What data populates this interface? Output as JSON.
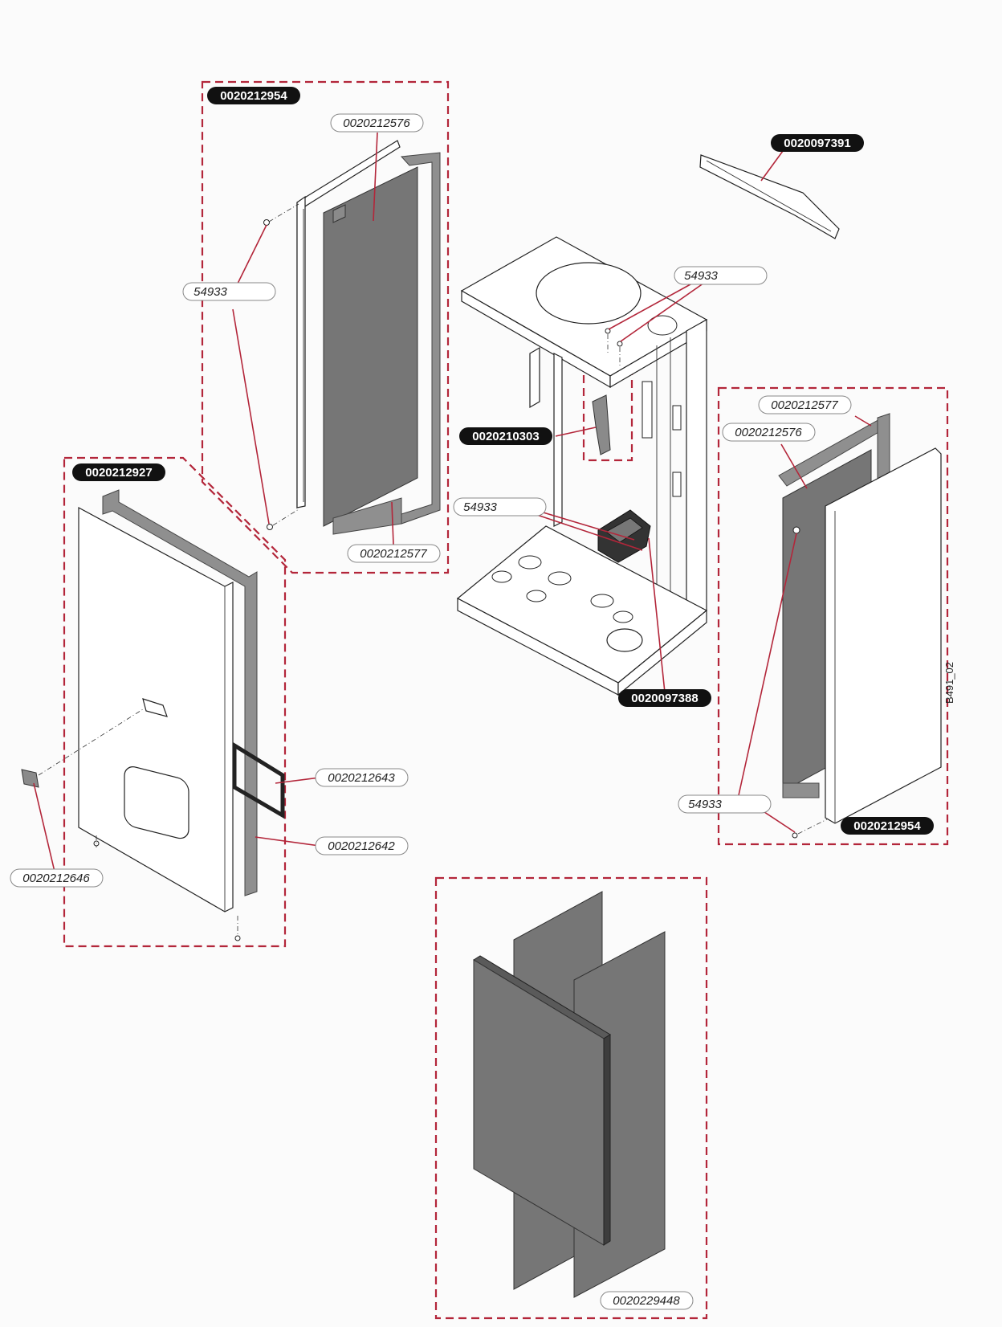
{
  "diagram": {
    "drawing_code": "B491_02",
    "groups": {
      "top_left_group": "0020212954",
      "left_front_group": "0020212927",
      "right_group": "0020212954"
    },
    "labels": {
      "tl_insulation": "0020212576",
      "tl_screw": "54933",
      "tl_gasket": "0020212577",
      "top_bracket": "0020097391",
      "center_screw_top": "54933",
      "center_bracket": "0020210303",
      "center_screw_bottom": "54933",
      "center_mount": "0020097388",
      "right_gasket": "0020212577",
      "right_insulation": "0020212576",
      "right_screw": "54933",
      "front_gasket_window": "0020212643",
      "front_gasket_side": "0020212642",
      "front_badge": "0020212646",
      "insulation_kit": "0020229448"
    }
  }
}
